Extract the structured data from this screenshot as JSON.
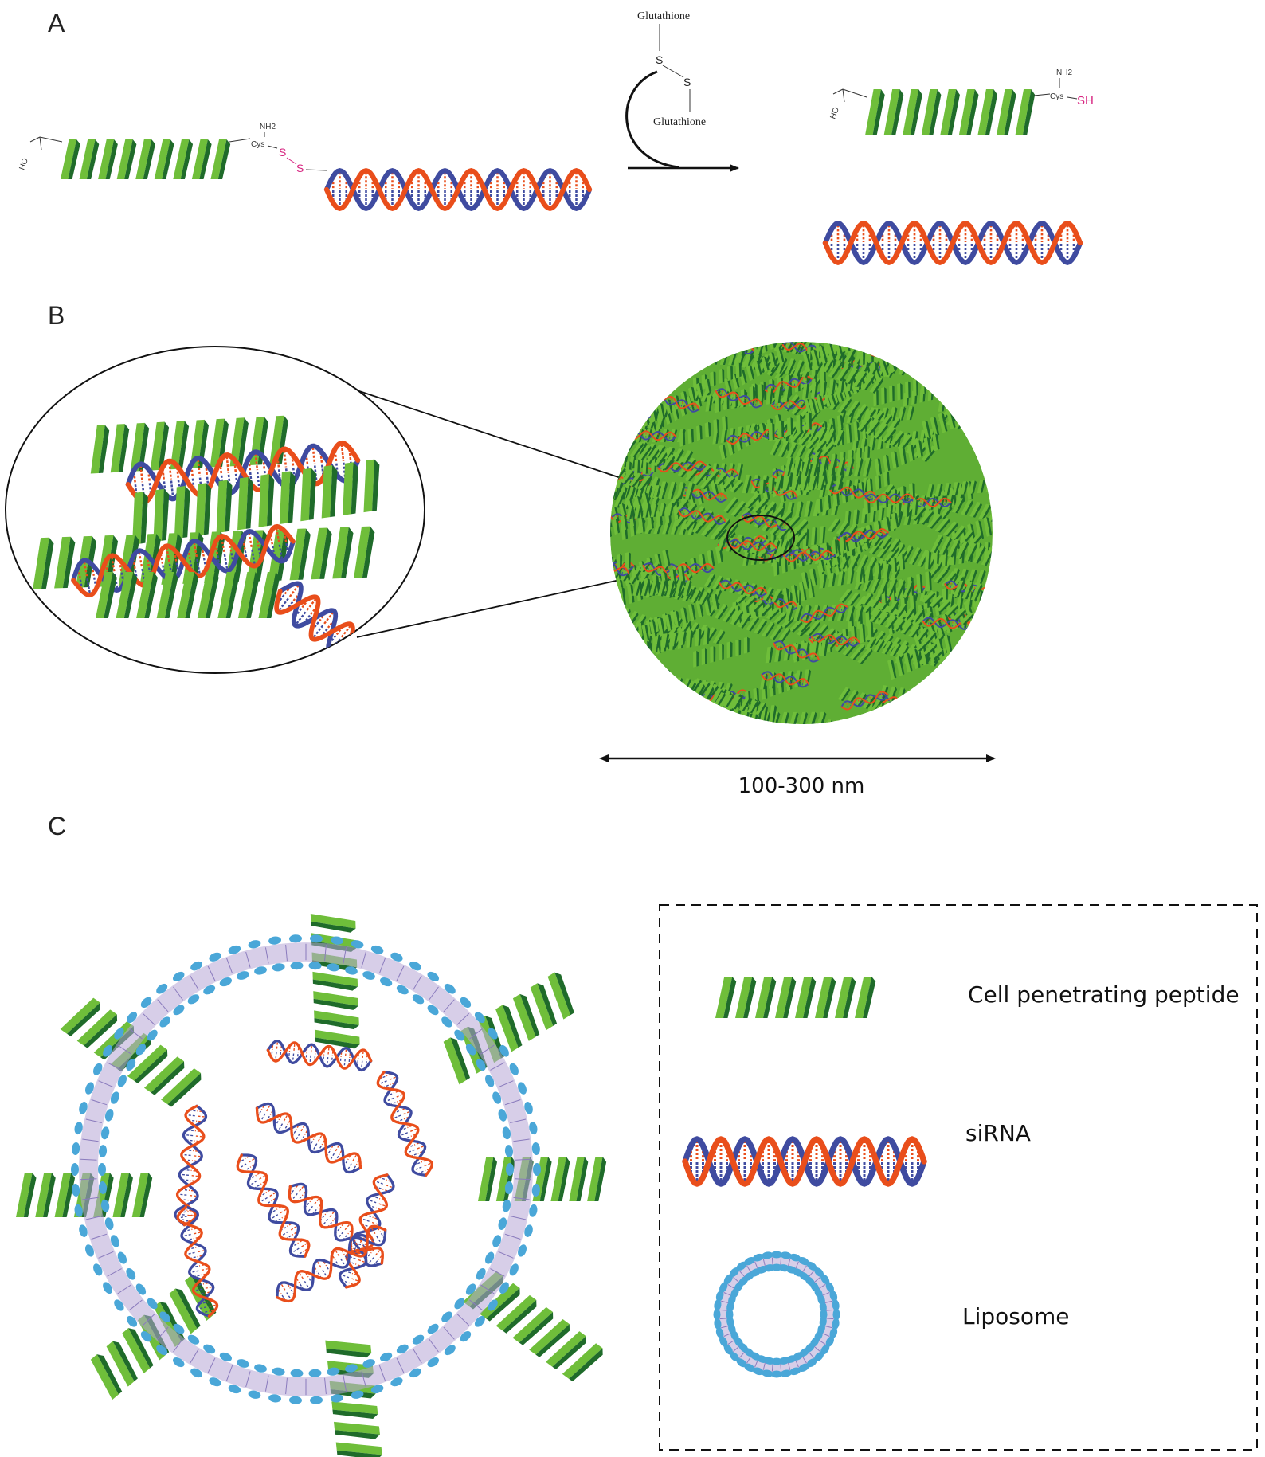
{
  "panels": {
    "a": {
      "letter": "A",
      "reagent_top": "Glutathione",
      "reagent_bottom": "Glutathione",
      "sulfur_1": "S",
      "sulfur_2": "S",
      "conjugate_cys": "Cys",
      "conjugate_nh2": "NH2",
      "conjugate_s1": "S",
      "conjugate_s2": "S",
      "conjugate_acid": "HO",
      "product_cys": "Cys",
      "product_nh2": "NH2",
      "product_sh": "SH",
      "product_acid": "HO"
    },
    "b": {
      "letter": "B",
      "scale_label": "100-300 nm"
    },
    "c": {
      "letter": "C"
    }
  },
  "legend": {
    "items": [
      {
        "icon": "peptide-helix-icon",
        "label": "Cell penetrating peptide"
      },
      {
        "icon": "sirna-double-helix-icon",
        "label": "siRNA"
      },
      {
        "icon": "liposome-icon",
        "label": "Liposome"
      }
    ]
  },
  "colors": {
    "peptide_dark": "#1f6b2a",
    "peptide_light": "#6fbe3a",
    "rna_red": "#e94e1b",
    "rna_blue": "#3f4ba0",
    "membrane_blue": "#4aa7d8",
    "membrane_lilac": "#b7a6d6",
    "disulfide_pink": "#d6227f"
  }
}
